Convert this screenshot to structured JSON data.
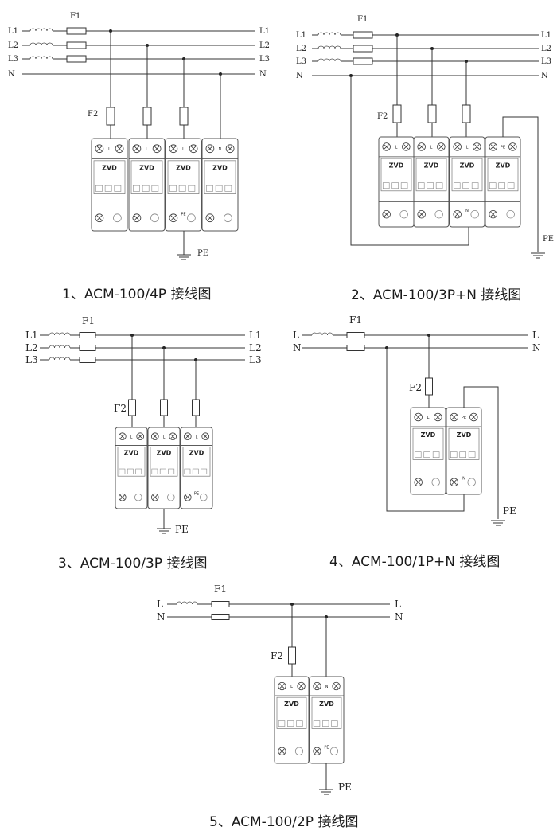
{
  "diagrams": [
    {
      "caption": "1、ACM-100/4P 接线图",
      "fuse1": "F1",
      "fuse2": "F2",
      "lines": [
        "L1",
        "L2",
        "L3",
        "N"
      ],
      "modules": [
        {
          "brand": "ZVD",
          "top": "L",
          "bottom": ""
        },
        {
          "brand": "ZVD",
          "top": "L",
          "bottom": ""
        },
        {
          "brand": "ZVD",
          "top": "L",
          "bottom": "PE"
        },
        {
          "brand": "ZVD",
          "top": "N",
          "bottom": ""
        }
      ],
      "pe": "PE"
    },
    {
      "caption": "2、ACM-100/3P+N 接线图",
      "fuse1": "F1",
      "fuse2": "F2",
      "lines": [
        "L1",
        "L2",
        "L3",
        "N"
      ],
      "modules": [
        {
          "brand": "ZVD",
          "top": "L",
          "bottom": ""
        },
        {
          "brand": "ZVD",
          "top": "L",
          "bottom": ""
        },
        {
          "brand": "ZVD",
          "top": "L",
          "bottom": "N"
        },
        {
          "brand": "ZVD",
          "top": "PE",
          "bottom": ""
        }
      ],
      "pe": "PE"
    },
    {
      "caption": "3、ACM-100/3P 接线图",
      "fuse1": "F1",
      "fuse2": "F2",
      "lines": [
        "L1",
        "L2",
        "L3"
      ],
      "modules": [
        {
          "brand": "ZVD",
          "top": "L",
          "bottom": ""
        },
        {
          "brand": "ZVD",
          "top": "L",
          "bottom": ""
        },
        {
          "brand": "ZVD",
          "top": "L",
          "bottom": "PE"
        }
      ],
      "pe": "PE"
    },
    {
      "caption": "4、ACM-100/1P+N 接线图",
      "fuse1": "F1",
      "fuse2": "F2",
      "lines": [
        "L",
        "N"
      ],
      "modules": [
        {
          "brand": "ZVD",
          "top": "L",
          "bottom": ""
        },
        {
          "brand": "ZVD",
          "top": "PE",
          "bottom": "N"
        }
      ],
      "pe": "PE"
    },
    {
      "caption": "5、ACM-100/2P 接线图",
      "fuse1": "F1",
      "fuse2": "F2",
      "lines": [
        "L",
        "N"
      ],
      "modules": [
        {
          "brand": "ZVD",
          "top": "L",
          "bottom": ""
        },
        {
          "brand": "ZVD",
          "top": "N",
          "bottom": "PE"
        }
      ],
      "pe": "PE"
    }
  ]
}
